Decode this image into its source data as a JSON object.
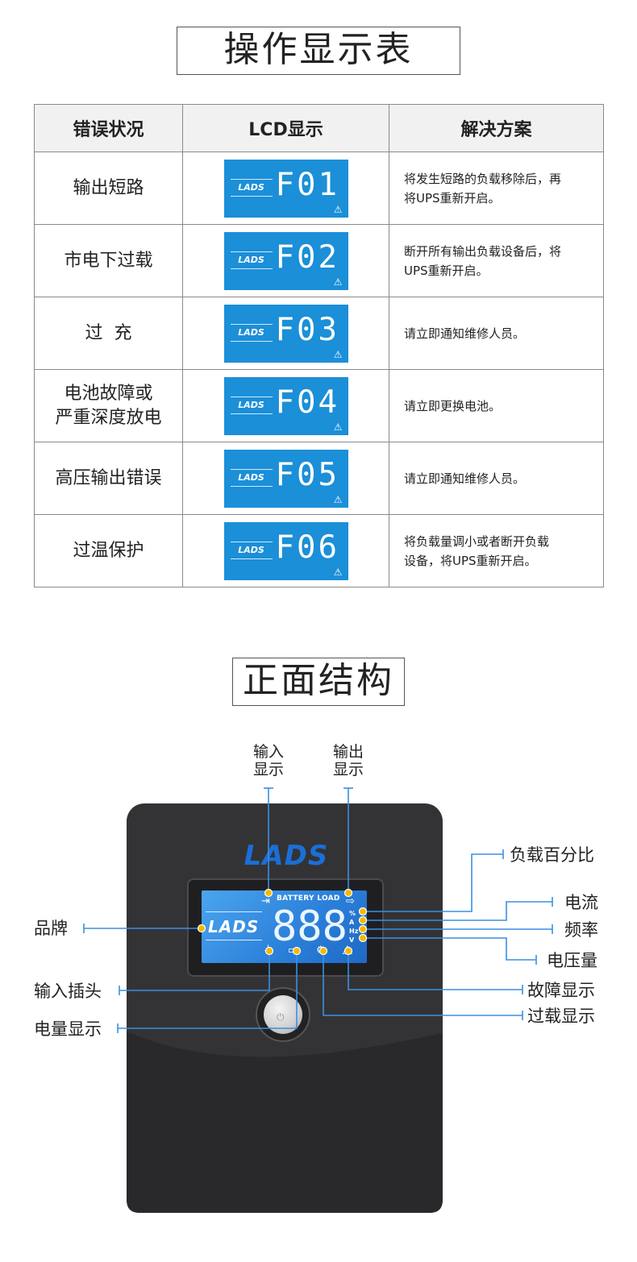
{
  "section1": {
    "title": "操作显示表",
    "headers": [
      "错误状况",
      "LCD显示",
      "解决方案"
    ],
    "rows": [
      {
        "condition": [
          "输出短路"
        ],
        "brand": "LADS",
        "code": "F01",
        "solution": [
          "将发生短路的负载移除后，再",
          "将UPS重新开启。"
        ]
      },
      {
        "condition": [
          "市电下过载"
        ],
        "brand": "LADS",
        "code": "F02",
        "solution": [
          "断开所有输出负载设备后，将",
          "UPS重新开启。"
        ]
      },
      {
        "condition": [
          "过  充"
        ],
        "brand": "LADS",
        "code": "F03",
        "solution": [
          "请立即通知维修人员。"
        ]
      },
      {
        "condition": [
          "电池故障或",
          "严重深度放电"
        ],
        "brand": "LADS",
        "code": "F04",
        "solution": [
          "请立即更换电池。"
        ]
      },
      {
        "condition": [
          "高压输出错误"
        ],
        "brand": "LADS",
        "code": "F05",
        "solution": [
          "请立即通知维修人员。"
        ]
      },
      {
        "condition": [
          "过温保护"
        ],
        "brand": "LADS",
        "code": "F06",
        "solution": [
          "将负载量调小或者断开负载",
          "设备，将UPS重新开启。"
        ]
      }
    ]
  },
  "section2": {
    "title": "正面结构",
    "device": {
      "logo": "LADS",
      "lcd_brand": "LADS",
      "lcd_text": "BATTERY LOAD",
      "digits": "888",
      "units": [
        "%",
        "A",
        "Hz",
        "V"
      ]
    },
    "labels": {
      "input_display": [
        "输入",
        "显示"
      ],
      "output_display": [
        "输出",
        "显示"
      ],
      "load_percent": "负载百分比",
      "current": "电流",
      "frequency": "频率",
      "voltage": "电压量",
      "fault_display": "故障显示",
      "overload_display": "过载显示",
      "brand": "品牌",
      "input_plug": "输入插头",
      "battery_display": "电量显示"
    }
  },
  "colors": {
    "lcd_blue": "#1b8fd8",
    "callout_blue": "#3b8fe0",
    "dot_yellow": "#f5b800",
    "device_body": "#333336",
    "logo_blue": "#1a6fd6"
  }
}
